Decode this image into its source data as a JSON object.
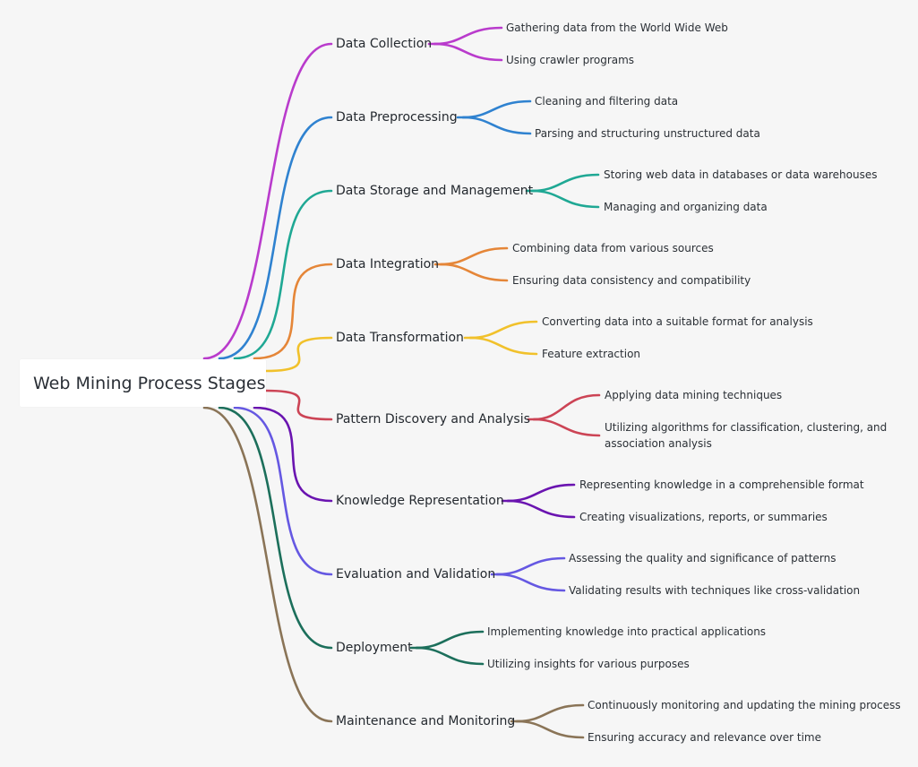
{
  "root": {
    "label": "Web Mining Process Stages"
  },
  "branches": [
    {
      "label": "Data Collection",
      "color": "#b93bcc",
      "children": [
        "Gathering data from the World Wide Web",
        "Using crawler programs"
      ]
    },
    {
      "label": "Data Preprocessing",
      "color": "#2f82d0",
      "children": [
        "Cleaning and filtering data",
        "Parsing and structuring unstructured data"
      ]
    },
    {
      "label": "Data Storage and Management",
      "color": "#1fa894",
      "children": [
        "Storing web data in databases or data warehouses",
        "Managing and organizing data"
      ]
    },
    {
      "label": "Data Integration",
      "color": "#e58638",
      "children": [
        "Combining data from various sources",
        "Ensuring data consistency and compatibility"
      ]
    },
    {
      "label": "Data Transformation",
      "color": "#f1c12b",
      "children": [
        "Converting data into a suitable format for analysis",
        "Feature extraction"
      ]
    },
    {
      "label": "Pattern Discovery and Analysis",
      "color": "#cc4455",
      "children": [
        "Applying data mining techniques",
        "Utilizing algorithms for classification, clustering, and association analysis"
      ]
    },
    {
      "label": "Knowledge Representation",
      "color": "#6a14b0",
      "children": [
        "Representing knowledge in a comprehensible format",
        "Creating visualizations, reports, or summaries"
      ]
    },
    {
      "label": "Evaluation and Validation",
      "color": "#6558e2",
      "children": [
        "Assessing the quality and significance of patterns",
        "Validating results with techniques like cross-validation"
      ]
    },
    {
      "label": "Deployment",
      "color": "#1c6f5b",
      "children": [
        "Implementing knowledge into practical applications",
        "Utilizing insights for various purposes"
      ]
    },
    {
      "label": "Maintenance and Monitoring",
      "color": "#8a7457",
      "children": [
        "Continuously monitoring and updating the mining process",
        "Ensuring accuracy and relevance over time"
      ]
    }
  ]
}
